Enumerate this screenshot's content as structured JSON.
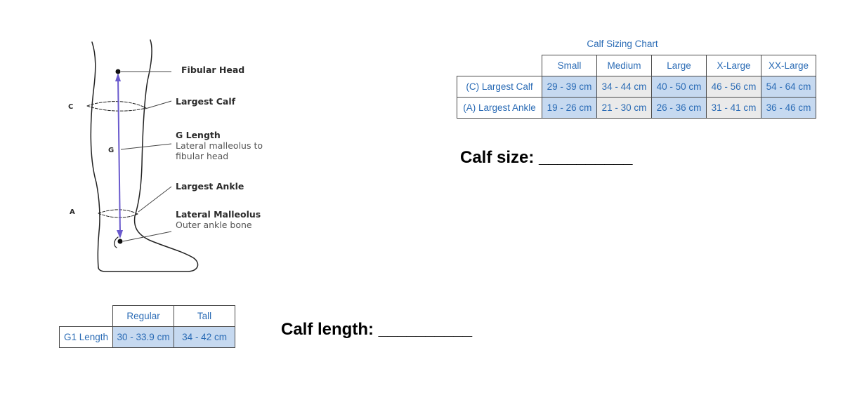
{
  "diagram": {
    "labels": {
      "fibular_head": "Fibular Head",
      "largest_calf": "Largest Calf",
      "g_length": "G Length",
      "g_length_desc_1": "Lateral malleolus to",
      "g_length_desc_2": "fibular head",
      "largest_ankle": "Largest Ankle",
      "lateral_malleolus": "Lateral Malleolus",
      "lateral_malleolus_desc": "Outer ankle bone"
    },
    "letters": {
      "c": "C",
      "g": "G",
      "a": "A"
    },
    "colors": {
      "arrow": "#6a5acd",
      "outline": "#222222"
    }
  },
  "calf_chart": {
    "title": "Calf Sizing Chart",
    "columns": [
      "Small",
      "Medium",
      "Large",
      "X-Large",
      "XX-Large"
    ],
    "rows": [
      {
        "label": "(C) Largest Calf",
        "values": [
          "29 - 39 cm",
          "34 - 44 cm",
          "40 - 50 cm",
          "46 - 56 cm",
          "54 - 64 cm"
        ]
      },
      {
        "label": "(A) Largest Ankle",
        "values": [
          "19 - 26 cm",
          "21 - 30 cm",
          "26 - 36 cm",
          "31 - 41 cm",
          "36 - 46 cm"
        ]
      }
    ]
  },
  "length_chart": {
    "columns": [
      "Regular",
      "Tall"
    ],
    "rows": [
      {
        "label": "G1 Length",
        "values": [
          "30 - 33.9 cm",
          "34 - 42 cm"
        ]
      }
    ]
  },
  "answers": {
    "calf_size": "Calf size: __________",
    "calf_length": "Calf length: __________"
  },
  "colors": {
    "header_text": "#2a6bb5",
    "cell_blue": "#c6d9f0",
    "cell_grey": "#eaeaea",
    "border": "#4a4a4a"
  }
}
